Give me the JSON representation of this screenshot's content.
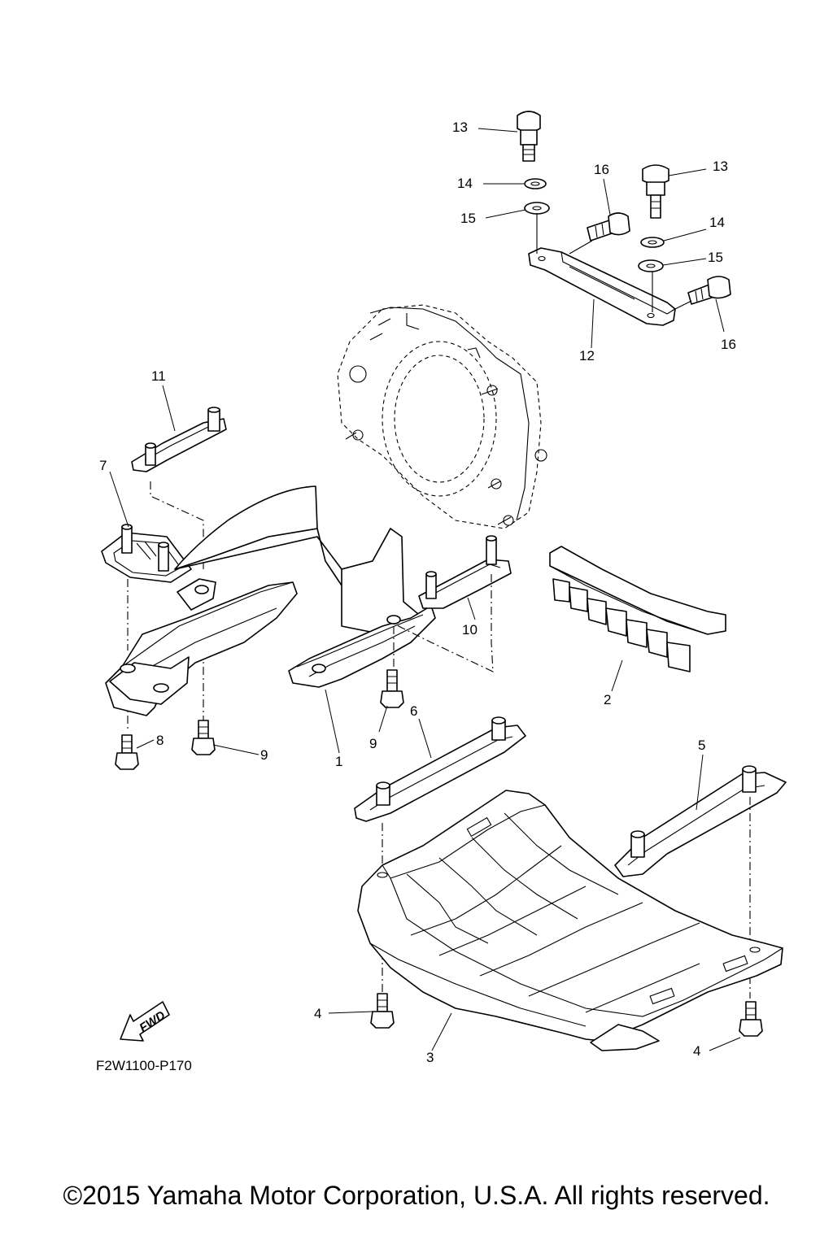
{
  "diagram_code": "F2W1100-P170",
  "fwd_label": "FWD",
  "copyright": "©2015 Yamaha Motor Corporation, U.S.A. All rights reserved.",
  "callouts": {
    "c1": "1",
    "c2": "2",
    "c3": "3",
    "c4a": "4",
    "c4b": "4",
    "c5": "5",
    "c6": "6",
    "c7": "7",
    "c8": "8",
    "c9a": "9",
    "c9b": "9",
    "c10": "10",
    "c11": "11",
    "c12": "12",
    "c13a": "13",
    "c13b": "13",
    "c14a": "14",
    "c14b": "14",
    "c15a": "15",
    "c15b": "15",
    "c16a": "16",
    "c16b": "16"
  }
}
